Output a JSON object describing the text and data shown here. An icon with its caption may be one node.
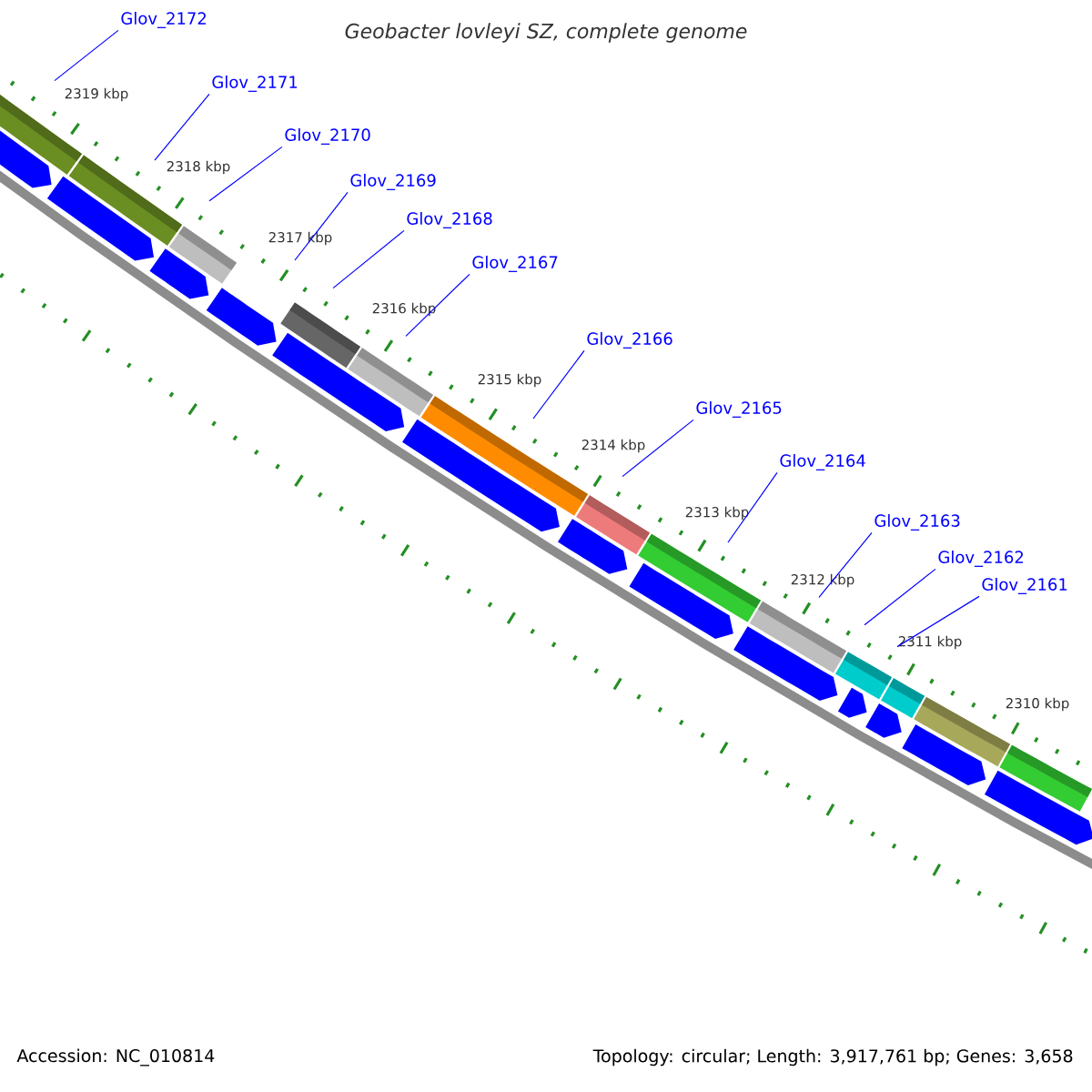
{
  "diagram": {
    "title": "Geobacter lovleyi SZ, complete genome",
    "nodes": [
      {
        "text": [
          "Glov_2172"
        ]
      },
      {
        "text": [
          "Glov_2171"
        ]
      },
      {
        "text": [
          "Glov_2170"
        ]
      },
      {
        "text": [
          "Glov_2169"
        ]
      },
      {
        "text": [
          "Glov_2168"
        ]
      },
      {
        "text": [
          "Glov_2167"
        ]
      },
      {
        "text": [
          "Glov_2166"
        ]
      },
      {
        "text": [
          "Glov_2165"
        ]
      },
      {
        "text": [
          "Glov_2164"
        ]
      },
      {
        "text": [
          "Glov_2163"
        ]
      },
      {
        "text": [
          "Glov_2162"
        ]
      },
      {
        "text": [
          "Glov_2161"
        ]
      },
      {
        "text": [],
        "shape": "bar"
      },
      {
        "text": [],
        "shape": "bar"
      },
      {
        "text": [],
        "shape": "bar"
      },
      {
        "text": [],
        "shape": "bar"
      },
      {
        "text": [],
        "shape": "bar"
      },
      {
        "text": [],
        "shape": "bar"
      },
      {
        "text": [],
        "shape": "bar"
      },
      {
        "text": [],
        "shape": "bar"
      },
      {
        "text": [],
        "shape": "bar"
      },
      {
        "text": [],
        "shape": "bar"
      },
      {
        "text": [],
        "shape": "bar"
      },
      {
        "text": [],
        "shape": "bar"
      },
      {
        "text": [],
        "shape": "bar"
      },
      {
        "text": [],
        "shape": "pentagon"
      },
      {
        "text": [],
        "shape": "pentagon"
      },
      {
        "text": [],
        "shape": "pentagon"
      },
      {
        "text": [],
        "shape": "pentagon"
      },
      {
        "text": [],
        "shape": "pentagon"
      },
      {
        "text": [],
        "shape": "pentagon"
      },
      {
        "text": [],
        "shape": "pentagon"
      },
      {
        "text": [],
        "shape": "pentagon"
      },
      {
        "text": [],
        "shape": "pentagon"
      },
      {
        "text": [],
        "shape": "pentagon"
      },
      {
        "text": [],
        "shape": "pentagon"
      },
      {
        "text": [],
        "shape": "pentagon"
      },
      {
        "text": [],
        "shape": "pentagon"
      }
    ],
    "edges": [
      {
        "from": 0,
        "to": 12,
        "arrow": "none"
      },
      {
        "from": 1,
        "to": 13,
        "arrow": "none"
      },
      {
        "from": 2,
        "to": 14,
        "arrow": "none"
      },
      {
        "from": 3,
        "to": 15,
        "arrow": "none"
      },
      {
        "from": 4,
        "to": 15,
        "arrow": "none"
      },
      {
        "from": 5,
        "to": 16,
        "arrow": "none"
      },
      {
        "from": 6,
        "to": 17,
        "arrow": "none"
      },
      {
        "from": 7,
        "to": 18,
        "arrow": "none"
      },
      {
        "from": 8,
        "to": 19,
        "arrow": "none"
      },
      {
        "from": 9,
        "to": 20,
        "arrow": "none"
      },
      {
        "from": 10,
        "to": 21,
        "arrow": "none"
      },
      {
        "from": 11,
        "to": 22,
        "arrow": "none"
      }
    ],
    "labels": [
      "2319 kbp",
      "2318 kbp",
      "2317 kbp",
      "2316 kbp",
      "2315 kbp",
      "2314 kbp",
      "2313 kbp",
      "2312 kbp",
      "2311 kbp",
      "2310 kbp",
      "Accession: NC_010814",
      "Topology: circular; Length: 3,917,761 bp; Genes: 3,658"
    ]
  }
}
